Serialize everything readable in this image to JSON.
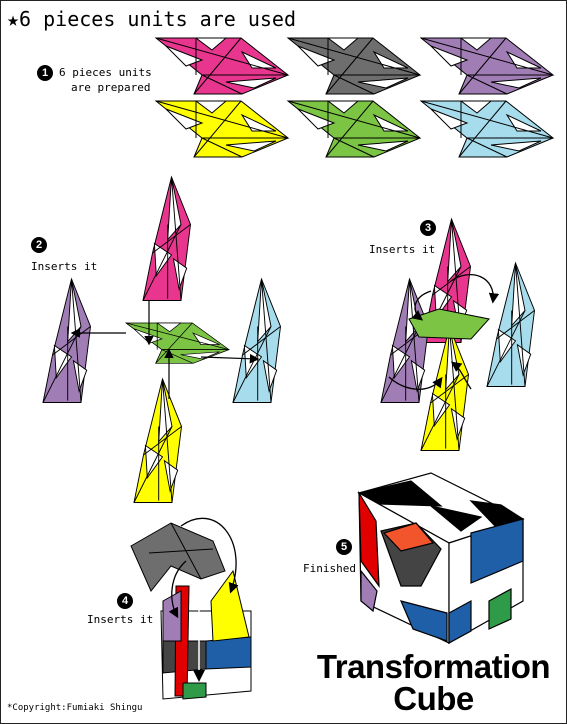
{
  "title": "★6 pieces units are used",
  "colors": {
    "magenta": "#e8368f",
    "gray": "#6e6e6e",
    "purple": "#a17db5",
    "yellow": "#ffff00",
    "green": "#7cc444",
    "cyan": "#a6dcec",
    "red": "#e00000",
    "blue": "#1f5fa8",
    "orange": "#f2552c",
    "darkgreen": "#2f9a47",
    "dark": "#444444"
  },
  "steps": [
    {
      "number": "1",
      "label_line1": "6 pieces units",
      "label_line2": "are prepared"
    },
    {
      "number": "2",
      "label": "Inserts it"
    },
    {
      "number": "3",
      "label": "Inserts it"
    },
    {
      "number": "4",
      "label": "Inserts it"
    },
    {
      "number": "5",
      "label": "Finished"
    }
  ],
  "final_title_line1": "Transformation",
  "final_title_line2": "Cube",
  "copyright": "*Copyright:Fumiaki Shingu"
}
